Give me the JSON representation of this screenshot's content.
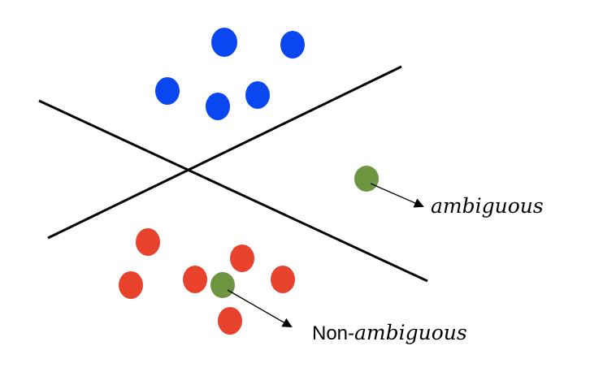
{
  "colors": {
    "background": "#ffffff",
    "class_blue": "#0a47f0",
    "class_red": "#e8412c",
    "test_point": "#6e9640",
    "line": "#000000",
    "arrow": "#000000"
  },
  "labels": {
    "ambiguous": "ambiguous",
    "non_ambiguous_prefix": "Non-",
    "non_ambiguous_italic": "ambiguous"
  }
}
